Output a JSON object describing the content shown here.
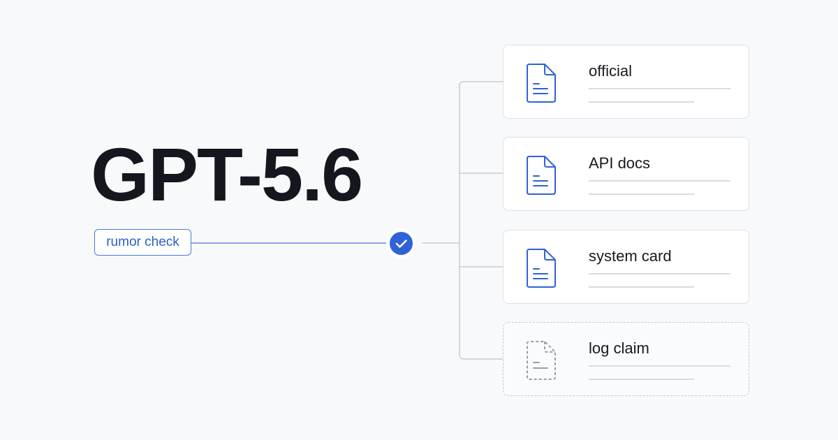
{
  "headline": "GPT-5.6",
  "tag": {
    "label": "rumor check"
  },
  "colors": {
    "accent": "#2f62d9",
    "tag_border": "#4a79d8",
    "tag_text": "#2c5fc8",
    "card_border": "#dcdfe5",
    "connector": "#c9ccd2",
    "background": "#f8f9fb"
  },
  "sources": [
    {
      "title": "official",
      "icon": "document-icon",
      "style": "solid"
    },
    {
      "title": "API docs",
      "icon": "document-icon",
      "style": "solid"
    },
    {
      "title": "system card",
      "icon": "document-icon",
      "style": "solid"
    },
    {
      "title": "log claim",
      "icon": "document-icon",
      "style": "dashed"
    }
  ]
}
